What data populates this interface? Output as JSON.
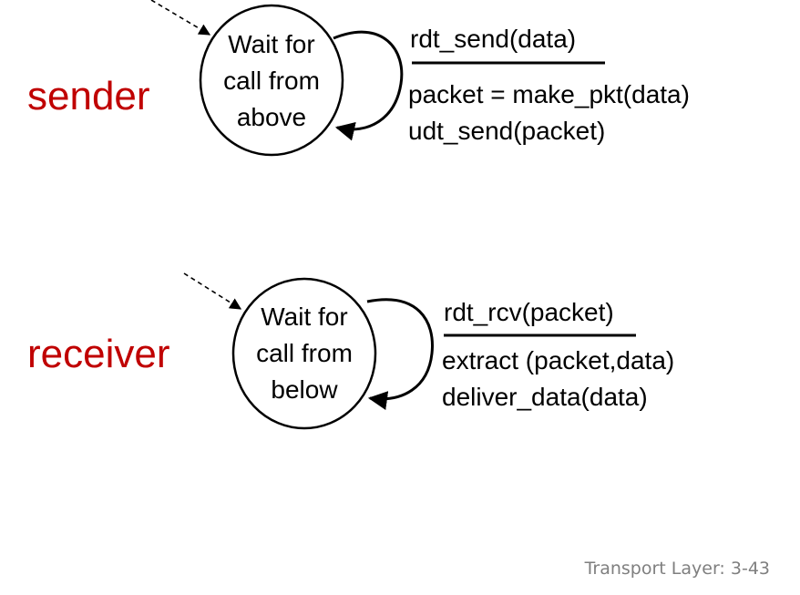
{
  "colors": {
    "role_label": "#c00000",
    "footer": "#7f7f7f",
    "stroke": "#000000"
  },
  "sender": {
    "role": "sender",
    "state_lines": [
      "Wait for",
      "call from",
      "above"
    ],
    "event": "rdt_send(data)",
    "actions": [
      "packet = make_pkt(data)",
      "udt_send(packet)"
    ]
  },
  "receiver": {
    "role": "receiver",
    "state_lines": [
      "Wait for",
      "call from",
      "below"
    ],
    "event": "rdt_rcv(packet)",
    "actions": [
      "extract (packet,data)",
      "deliver_data(data)"
    ]
  },
  "footer": "Transport Layer: 3-43"
}
